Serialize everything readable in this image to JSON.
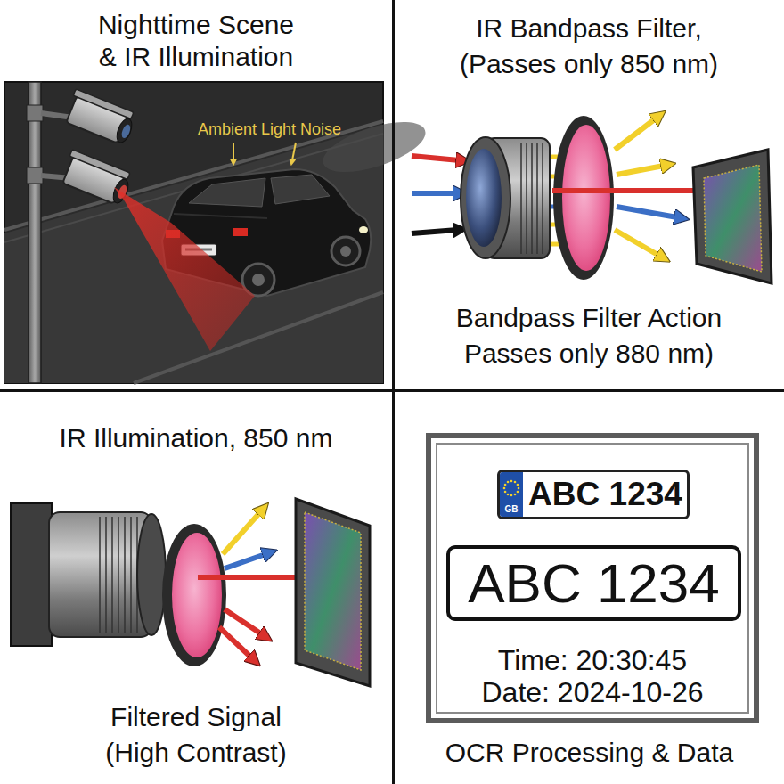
{
  "diagram": {
    "nodes": [
      {
        "text": [
          "Nighttime Scene & IR Illumination"
        ]
      },
      {
        "text": [
          "IR Bandpass Filter, (Passes only 850 nm)",
          "Bandpass Filter Action Passes only 880 nm)"
        ]
      },
      {
        "text": [
          "IR Illumination, 850 nm",
          "Filtered Signal (High Contrast)"
        ]
      },
      {
        "text": [
          "OCR Processing & Data"
        ]
      },
      {
        "text": [
          "Time: 20:30:45",
          "Date: 2024-10-26"
        ],
        "in": 3
      },
      {
        "text": [
          "GB",
          "ABC 1234"
        ],
        "in": 4
      },
      {
        "text": [
          "ABC 1234"
        ],
        "in": 4
      }
    ],
    "labels": [
      "Ambient Light Noise"
    ]
  }
}
